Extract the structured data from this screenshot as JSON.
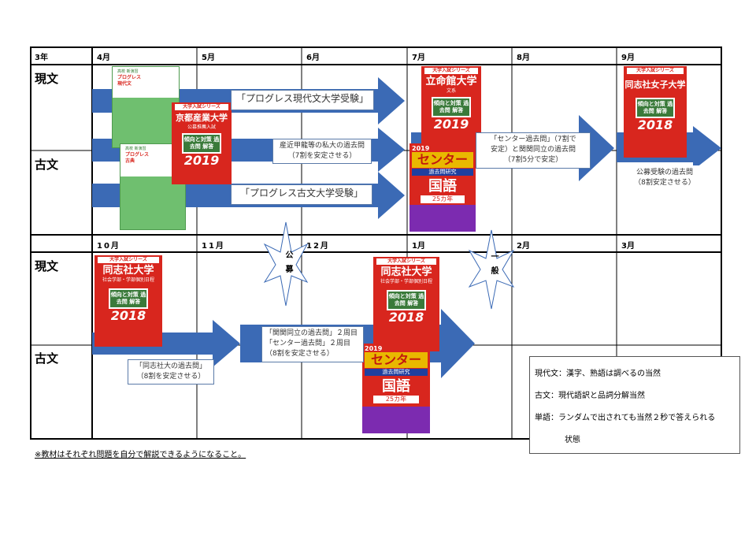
{
  "table": {
    "row1_headers": [
      "3年",
      "4月",
      "5月",
      "6月",
      "7月",
      "8月",
      "9月"
    ],
    "row2_headers": [
      "10月",
      "11月",
      "12月",
      "1月",
      "2月",
      "3月"
    ],
    "subjects_top": [
      "現文",
      "古文"
    ],
    "subjects_bottom": [
      "現文",
      "古文"
    ]
  },
  "callouts": {
    "progress_gendai": "「プログレス現代文大学受験」",
    "sankin": "産近甲龍等の私大の過去問\n（7割を安定させる）",
    "progress_kobun": "「プログレス古文大学受験」",
    "center_kankan": "「センター過去問」（7割で\n安定）と関関同立の過去問\n（7割5分で安定）",
    "kobo": "公募受験の過去問\n（8割安定させる）",
    "doshisha": "「同志社大の過去問」\n（8割を安定させる）",
    "kankan_2": "「関関同立の過去問」２周目\n「センター過去問」２周目\n（8割を安定させる）"
  },
  "stars": {
    "kobo_label": "公募",
    "ippan_label": "一般"
  },
  "legend": {
    "line1": "現代文：漢字、熟語は調べるの当然",
    "line2": "古文：現代語訳と品詞分解当然",
    "line3": "単語：ランダムで出されても当然２秒で答えられる",
    "line4": "状態"
  },
  "footnote": "※教材はそれぞれ問題を自分で解説できるようになること。",
  "books": {
    "progress_gendai": {
      "series": "高校 新演習",
      "title": "プログレス",
      "subtitle": "現代文"
    },
    "progress_kobun": {
      "series": "高校 新演習",
      "title": "プログレス",
      "subtitle": "古典"
    },
    "kyoto_sangyo": {
      "series": "大学入試シリーズ",
      "title": "京都産業大学",
      "sub": "公募推薦入試",
      "badge": "傾向と対策 過去問 解答",
      "year": "2019"
    },
    "ritsumeikan": {
      "series": "大学入試シリーズ",
      "title": "立命館大学",
      "sub": "文系",
      "badge": "傾向と対策 過去問 解答",
      "year": "2019"
    },
    "doshisha_joshi": {
      "series": "大学入試シリーズ",
      "title": "同志社女子大学",
      "sub": "",
      "badge": "傾向と対策 過去問 解答",
      "year": "2018"
    },
    "doshisha_1": {
      "series": "大学入試シリーズ",
      "title": "同志社大学",
      "sub": "社会学部・学部個別日程",
      "badge": "傾向と対策 過去問 解答",
      "year": "2018"
    },
    "doshisha_2": {
      "series": "大学入試シリーズ",
      "title": "同志社大学",
      "sub": "社会学部・学部個別日程",
      "badge": "傾向と対策 過去問 解答",
      "year": "2018"
    },
    "center_1": {
      "year": "2019",
      "title": "センター",
      "kenkyu": "過去問研究",
      "subject": "国語",
      "edition": "25カ年"
    },
    "center_2": {
      "year": "2019",
      "title": "センター",
      "kenkyu": "過去問研究",
      "subject": "国語",
      "edition": "25カ年"
    }
  },
  "colors": {
    "arrow_blue": "#3b6ab5",
    "book_red": "#d8261e",
    "book_green": "#6fbf6f"
  }
}
